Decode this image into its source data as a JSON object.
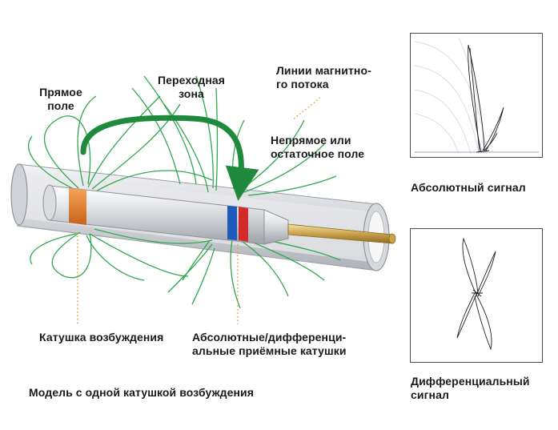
{
  "labels": {
    "direct_field": [
      "Прямое",
      "поле"
    ],
    "transition_zone": [
      "Переходная",
      "зона"
    ],
    "flux_lines": [
      "Линии магнитно-",
      "го потока"
    ],
    "indirect_field": [
      "Непрямое или",
      "остаточное поле"
    ],
    "exciter_coil": "Катушка возбуждения",
    "receiver_coils": [
      "Абсолютные/дифференци-",
      "альные приёмные катушки"
    ],
    "model_caption": "Модель с одной катушкой возбуждения",
    "absolute_signal": "Абсолютный сигнал",
    "differential_signal": [
      "Дифференциальный",
      "сигнал"
    ]
  },
  "colors": {
    "field_lines": "#2fa84f",
    "arrow": "#1f8a3c",
    "exciter_coil": "#e07a1f",
    "receiver_blue": "#1e5bb8",
    "receiver_red": "#d42a2a",
    "tube": "#c9ccd1",
    "probe_rod": "#c9a24a",
    "leader_dots": "#e8a23a"
  }
}
